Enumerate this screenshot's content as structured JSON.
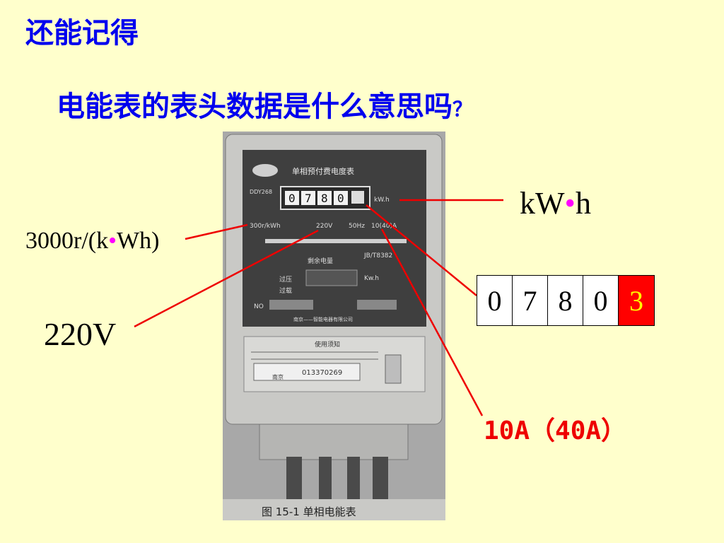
{
  "slide": {
    "title": "还能记得",
    "subtitle": "电能表的表头数据是什么意思吗",
    "subtitle_mark": "？"
  },
  "meter": {
    "brand_title": "单相预付费电度表",
    "model": "DDY268",
    "unit_box": "kW.h",
    "rate": "300r/kWh",
    "voltage": "220V",
    "freq": "50Hz",
    "current": "10(40)A",
    "std": "JB/T8382",
    "remaining_label": "剩余电量",
    "lcd_unit": "Kw.h",
    "overvolt": "过压",
    "overcurrent": "过载",
    "no_label": "NO",
    "maker": "南京——智能电器有限公司",
    "notice_title": "使用须知",
    "barcode_num": "013370269",
    "barcode_city": "南京",
    "counter": [
      "0",
      "7",
      "8",
      "0"
    ],
    "caption": "图 15-1  单相电能表"
  },
  "labels": {
    "kwh_pre": "kW",
    "kwh_dot": "•",
    "kwh_post": "h",
    "rate_pre": "3000r/(k",
    "rate_dot": "•",
    "rate_post": "Wh)",
    "voltage": "220V",
    "current": "10A（40A）"
  },
  "reading_digits": [
    "0",
    "7",
    "8",
    "0",
    "3"
  ],
  "colors": {
    "background": "#ffffcc",
    "heading": "#0000ee",
    "leader_line": "#ee0000",
    "highlight_cell": "#ff0000",
    "highlight_digit": "#ffff00",
    "dot": "#ff00ff"
  }
}
